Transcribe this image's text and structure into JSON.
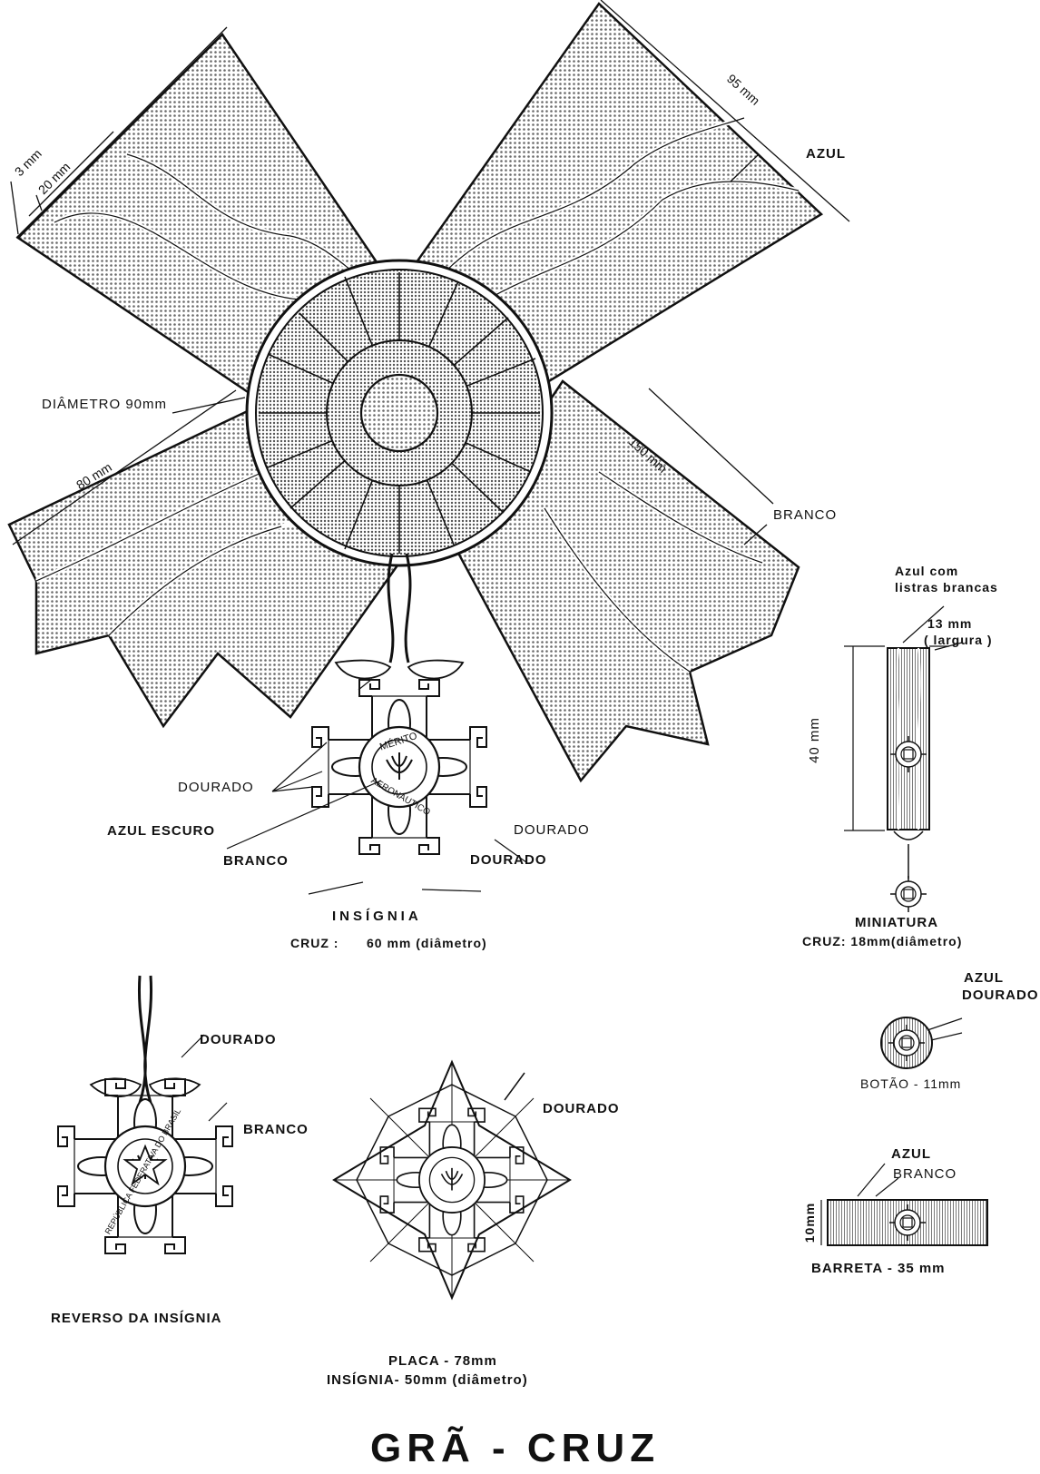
{
  "title": "GRÃ - CRUZ",
  "ribbon": {
    "dim_3mm": "3 mm",
    "dim_20mm": "20 mm",
    "dim_95mm": "95 mm",
    "azul": "AZUL",
    "diametro": "DIÂMETRO 90mm",
    "dim_80mm": "80 mm",
    "dim_150mm": "150 mm",
    "branco": "BRANCO"
  },
  "insignia": {
    "dourado_left": "DOURADO",
    "azul_escuro": "AZUL ESCURO",
    "branco": "BRANCO",
    "dourado_right": "DOURADO",
    "dourado_bottom": "DOURADO",
    "medal_text_top": "MÉRITO",
    "medal_text_bottom": "AERONÁUTICO",
    "caption_title": "INSÍGNIA",
    "caption_cruz": "CRUZ :",
    "caption_dim": "60 mm (diâmetro)"
  },
  "miniatura": {
    "stripe_label_1": "Azul com",
    "stripe_label_2": "listras brancas",
    "width_1": "13 mm",
    "width_2": "( largura )",
    "height": "40 mm",
    "caption_title": "MINIATURA",
    "caption_dim": "CRUZ: 18mm(diâmetro)"
  },
  "botao": {
    "azul": "AZUL",
    "dourado": "DOURADO",
    "caption": "BOTÃO - 11mm"
  },
  "barreta": {
    "azul": "AZUL",
    "branco": "BRANCO",
    "height": "10mm",
    "caption": "BARRETA  -  35 mm"
  },
  "reverso": {
    "dourado": "DOURADO",
    "branco": "BRANCO",
    "ring_text": "REPÚBLICA FEDERATIVA DO BRASIL",
    "caption": "REVERSO DA INSÍGNIA"
  },
  "placa": {
    "dourado": "DOURADO",
    "caption_1": "PLACA - 78mm",
    "caption_2": "INSÍGNIA- 50mm (diâmetro)"
  }
}
